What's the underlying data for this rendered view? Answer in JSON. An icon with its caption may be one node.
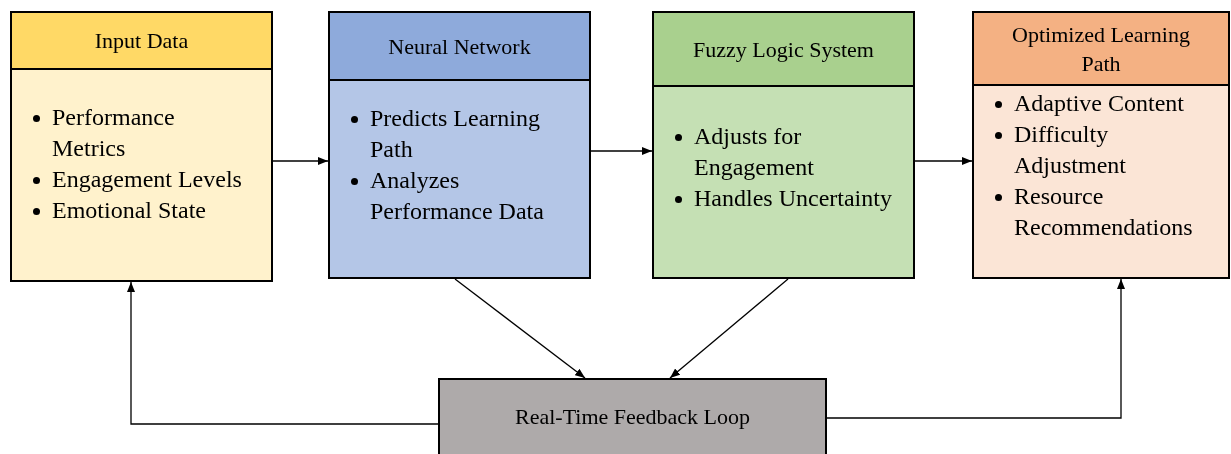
{
  "diagram": {
    "nodes": [
      {
        "text": [
          "Input Data",
          "Performance Metrics",
          "Engagement Levels",
          "Emotional State"
        ]
      },
      {
        "text": [
          "Neural Network",
          "Predicts Learning Path",
          "Analyzes Performance Data"
        ]
      },
      {
        "text": [
          "Fuzzy Logic System",
          "Adjusts for Engagement",
          "Handles Uncertainty"
        ]
      },
      {
        "text": [
          "Optimized Learning Path",
          "Adaptive Content",
          "Difficulty Adjustment",
          "Resource Recommendations"
        ]
      },
      {
        "text": [
          "Real-Time Feedback Loop"
        ]
      }
    ],
    "edges": [
      {
        "from": 0,
        "to": 1,
        "arrow": "to"
      },
      {
        "from": 1,
        "to": 2,
        "arrow": "to"
      },
      {
        "from": 2,
        "to": 3,
        "arrow": "to"
      },
      {
        "from": 1,
        "to": 4,
        "arrow": "to"
      },
      {
        "from": 2,
        "to": 4,
        "arrow": "to"
      },
      {
        "from": 4,
        "to": 0,
        "arrow": "to"
      },
      {
        "from": 4,
        "to": 3,
        "arrow": "to"
      }
    ]
  }
}
